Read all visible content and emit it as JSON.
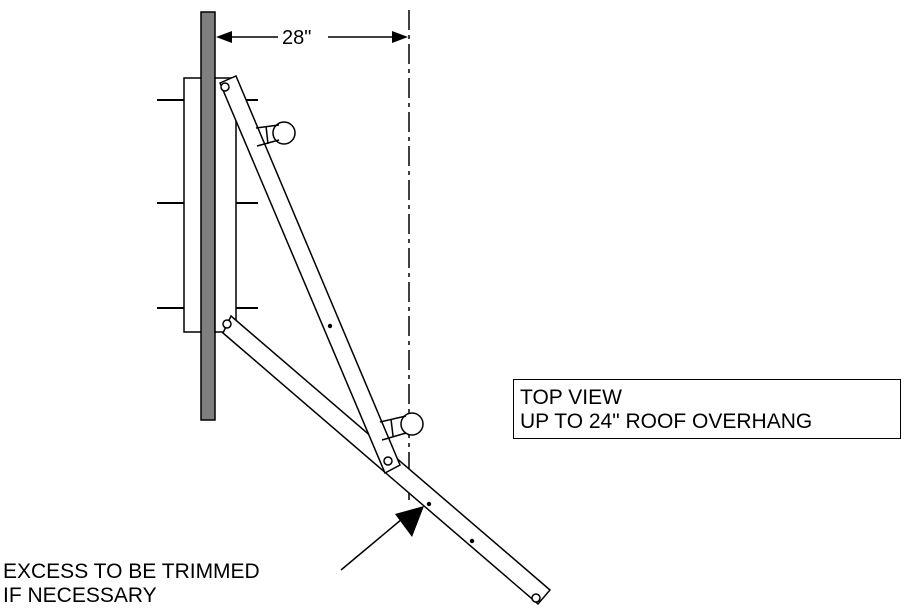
{
  "dimension": {
    "label": "28\""
  },
  "note": {
    "line1": "TOP VIEW",
    "line2": "UP TO 24\" ROOF OVERHANG"
  },
  "callout": {
    "line1": "EXCESS TO BE TRIMMED",
    "line2": "IF NECESSARY"
  },
  "colors": {
    "wall": "#7f7f7f",
    "stroke": "#000000"
  }
}
